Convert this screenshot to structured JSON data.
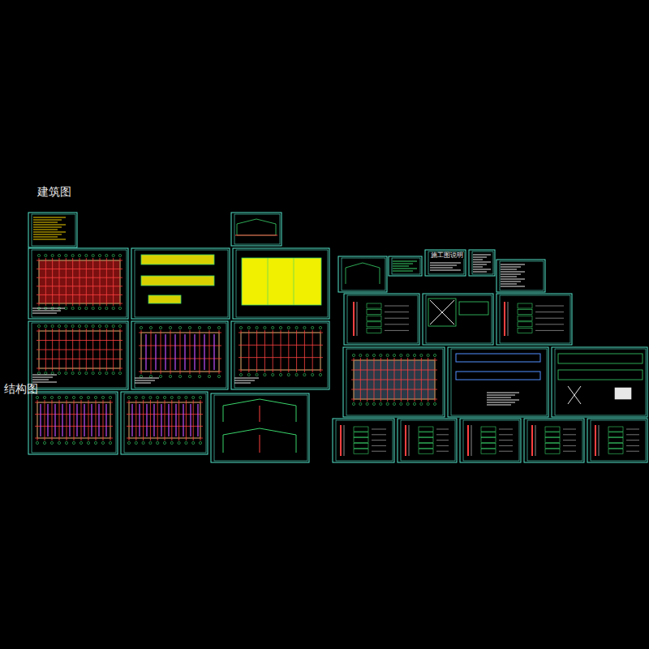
{
  "diagram": {
    "labels": [
      "建筑图",
      "结构图",
      "施工图说明"
    ]
  }
}
